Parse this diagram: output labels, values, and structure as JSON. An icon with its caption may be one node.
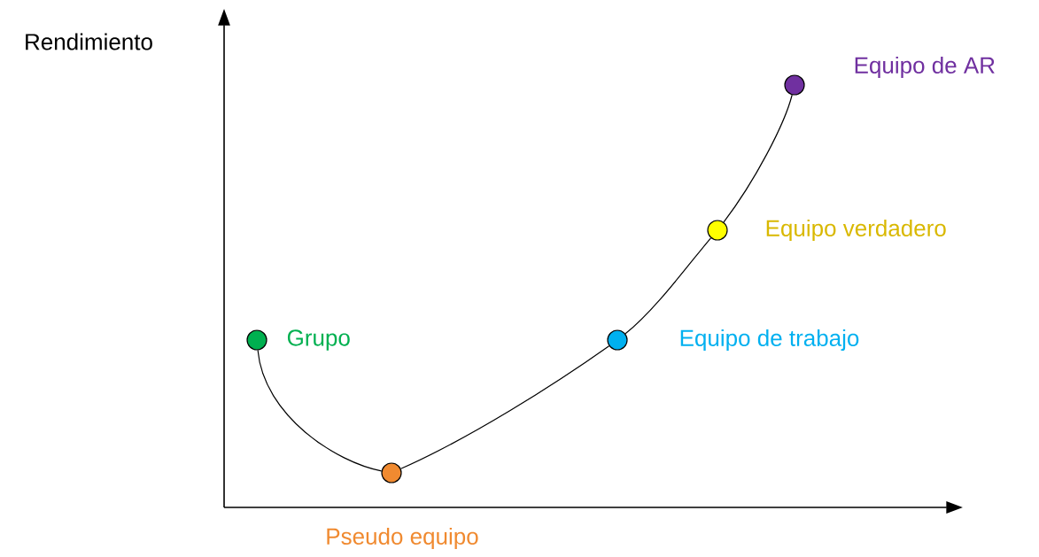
{
  "diagram": {
    "nodes": [
      {
        "text": [],
        "shape": "circle",
        "beside": [
          "Grupo"
        ]
      },
      {
        "text": [],
        "shape": "circle",
        "beside": [
          "Pseudo equipo"
        ]
      },
      {
        "text": [],
        "shape": "circle",
        "beside": [
          "Equipo de trabajo"
        ]
      },
      {
        "text": [],
        "shape": "circle",
        "beside": [
          "Equipo verdadero"
        ]
      },
      {
        "text": [],
        "shape": "circle",
        "beside": [
          "Equipo de AR"
        ]
      }
    ],
    "edges": [
      {
        "from": 0,
        "to": 1,
        "arrow": "none"
      },
      {
        "from": 1,
        "to": 2,
        "arrow": "none"
      },
      {
        "from": 2,
        "to": 3,
        "arrow": "none"
      },
      {
        "from": 3,
        "to": 4,
        "arrow": "none"
      }
    ],
    "labels": [
      "Rendimiento"
    ]
  }
}
